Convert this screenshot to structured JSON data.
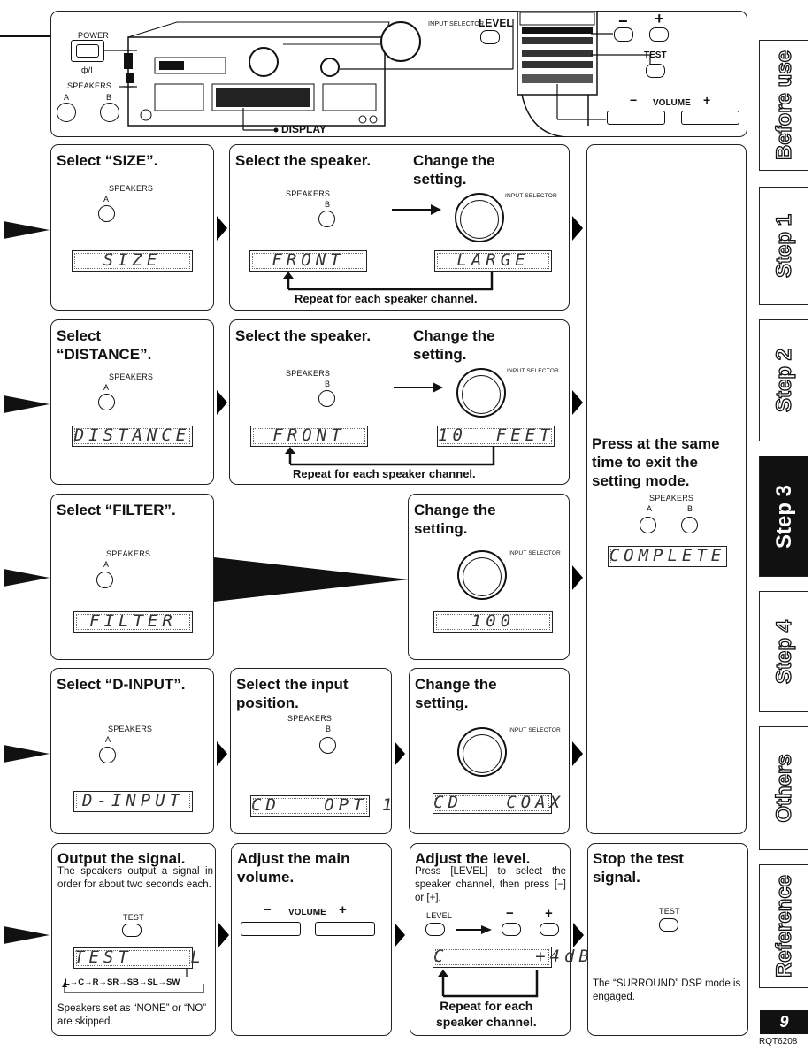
{
  "header": {
    "power_label": "POWER",
    "standby_label": "ф/I",
    "speakers_label": "SPEAKERS",
    "speaker_a": "A",
    "speaker_b": "B",
    "input_selector_label": "INPUT SELECTOR",
    "level_label": "LEVEL",
    "minus_label": "−",
    "plus_label": "+",
    "test_label": "TEST",
    "volume_label": "VOLUME",
    "display_label": "DISPLAY"
  },
  "rows": [
    {
      "step1_title": "Select “SIZE”.",
      "speakers_label": "SPEAKERS",
      "speaker_letter": "A",
      "lcd1": "SIZE",
      "step2_title": "Select the speaker.",
      "step2_speakers": "SPEAKERS",
      "step2_letter": "B",
      "lcd2": "FRONT",
      "step3_title": "Change the\nsetting.",
      "input_selector": "INPUT SELECTOR",
      "lcd3": "LARGE",
      "repeat": "Repeat for each speaker channel."
    },
    {
      "step1_title": "Select\n“DISTANCE”.",
      "speakers_label": "SPEAKERS",
      "speaker_letter": "A",
      "lcd1": "DISTANCE",
      "step2_title": "Select the speaker.",
      "step2_speakers": "SPEAKERS",
      "step2_letter": "B",
      "lcd2": "FRONT",
      "step3_title": "Change the\nsetting.",
      "input_selector": "INPUT SELECTOR",
      "lcd3": "10  FEET",
      "repeat": "Repeat for each speaker channel."
    },
    {
      "step1_title": "Select “FILTER”.",
      "speakers_label": "SPEAKERS",
      "speaker_letter": "A",
      "lcd1": "FILTER",
      "step3_title": "Change the\nsetting.",
      "input_selector": "INPUT SELECTOR",
      "lcd3": "100"
    },
    {
      "step1_title": "Select “D-INPUT”.",
      "speakers_label": "SPEAKERS",
      "speaker_letter": "A",
      "lcd1": "D-INPUT",
      "step2_title": "Select the input\nposition.",
      "step2_speakers": "SPEAKERS",
      "step2_letter": "B",
      "lcd2": "CD   OPT 1",
      "step3_title": "Change the\nsetting.",
      "input_selector": "INPUT SELECTOR",
      "lcd3": "CD   COAX"
    }
  ],
  "exit_panel": {
    "title": "Press at the same\ntime to exit the\nsetting mode.",
    "speakers_label": "SPEAKERS",
    "a": "A",
    "b": "B",
    "lcd": "COMPLETE"
  },
  "bottom": {
    "output": {
      "title": "Output the signal.",
      "text": "The speakers output a signal in order for about two seconds each.",
      "test_label": "TEST",
      "lcd": "TEST    L",
      "sequence": "L→C→R→SR→SB→SL→SW",
      "note": "Speakers set as “NONE” or “NO” are skipped."
    },
    "volume": {
      "title": "Adjust the main\nvolume.",
      "minus": "−",
      "label": "VOLUME",
      "plus": "+"
    },
    "level": {
      "title": "Adjust the level.",
      "text": "Press [LEVEL] to select the speaker channel, then press [−] or [+].",
      "level_label": "LEVEL",
      "minus": "−",
      "plus": "+",
      "lcd": "C      +4dB",
      "repeat": "Repeat for each\nspeaker channel."
    },
    "stop": {
      "title": "Stop the test\nsignal.",
      "test_label": "TEST",
      "note": "The “SURROUND” DSP mode is engaged."
    }
  },
  "tabs": [
    {
      "label": "Before use",
      "active": false
    },
    {
      "label": "Step 1",
      "active": false
    },
    {
      "label": "Step 2",
      "active": false
    },
    {
      "label": "Step 3",
      "active": true
    },
    {
      "label": "Step 4",
      "active": false
    },
    {
      "label": "Others",
      "active": false
    },
    {
      "label": "Reference",
      "active": false
    }
  ],
  "page_number": "9",
  "doc_code": "RQT6208"
}
